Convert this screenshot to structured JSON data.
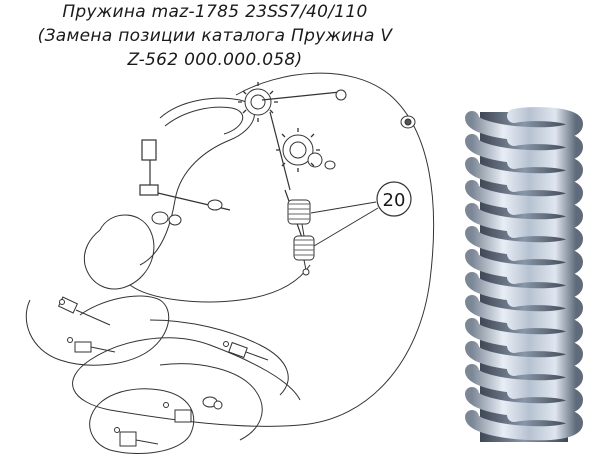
{
  "title": {
    "line1": "Пружина maz-1785 23SS7/40/110",
    "line2": "(Замена позиции каталога Пружина V",
    "line3": "Z-562 000.000.058)"
  },
  "callout": {
    "label": "20"
  },
  "colors": {
    "line": "#333333",
    "spring_highlight": "#dfe8f4",
    "spring_mid": "#9aa8bb",
    "spring_dark": "#4b5563"
  }
}
